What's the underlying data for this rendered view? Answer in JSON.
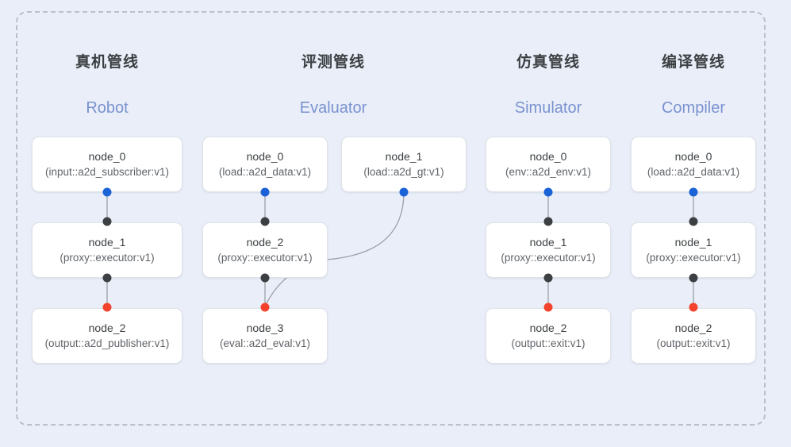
{
  "diagram": {
    "background_color": "#e9eef9",
    "frame_border_color": "#b9bfcc",
    "accent_color": "#7a92cf",
    "port_colors": {
      "input": "#1a62d6",
      "relay": "#3c4043",
      "output": "#f4432c"
    }
  },
  "columns": [
    {
      "id": "robot",
      "title_cn": "真机管线",
      "title_en": "Robot",
      "nodes": [
        {
          "name": "node_0",
          "spec": "(input::a2d_subscriber:v1)"
        },
        {
          "name": "node_1",
          "spec": "(proxy::executor:v1)"
        },
        {
          "name": "node_2",
          "spec": "(output::a2d_publisher:v1)"
        }
      ]
    },
    {
      "id": "evaluator",
      "title_cn": "评测管线",
      "title_en": "Evaluator",
      "nodes": [
        {
          "name": "node_0",
          "spec": "(load::a2d_data:v1)"
        },
        {
          "name": "node_1",
          "spec": "(load::a2d_gt:v1)"
        },
        {
          "name": "node_2",
          "spec": "(proxy::executor:v1)"
        },
        {
          "name": "node_3",
          "spec": "(eval::a2d_eval:v1)"
        }
      ]
    },
    {
      "id": "simulator",
      "title_cn": "仿真管线",
      "title_en": "Simulator",
      "nodes": [
        {
          "name": "node_0",
          "spec": "(env::a2d_env:v1)"
        },
        {
          "name": "node_1",
          "spec": "(proxy::executor:v1)"
        },
        {
          "name": "node_2",
          "spec": "(output::exit:v1)"
        }
      ]
    },
    {
      "id": "compiler",
      "title_cn": "编译管线",
      "title_en": "Compiler",
      "nodes": [
        {
          "name": "node_0",
          "spec": "(load::a2d_data:v1)"
        },
        {
          "name": "node_1",
          "spec": "(proxy::executor:v1)"
        },
        {
          "name": "node_2",
          "spec": "(output::exit:v1)"
        }
      ]
    }
  ]
}
